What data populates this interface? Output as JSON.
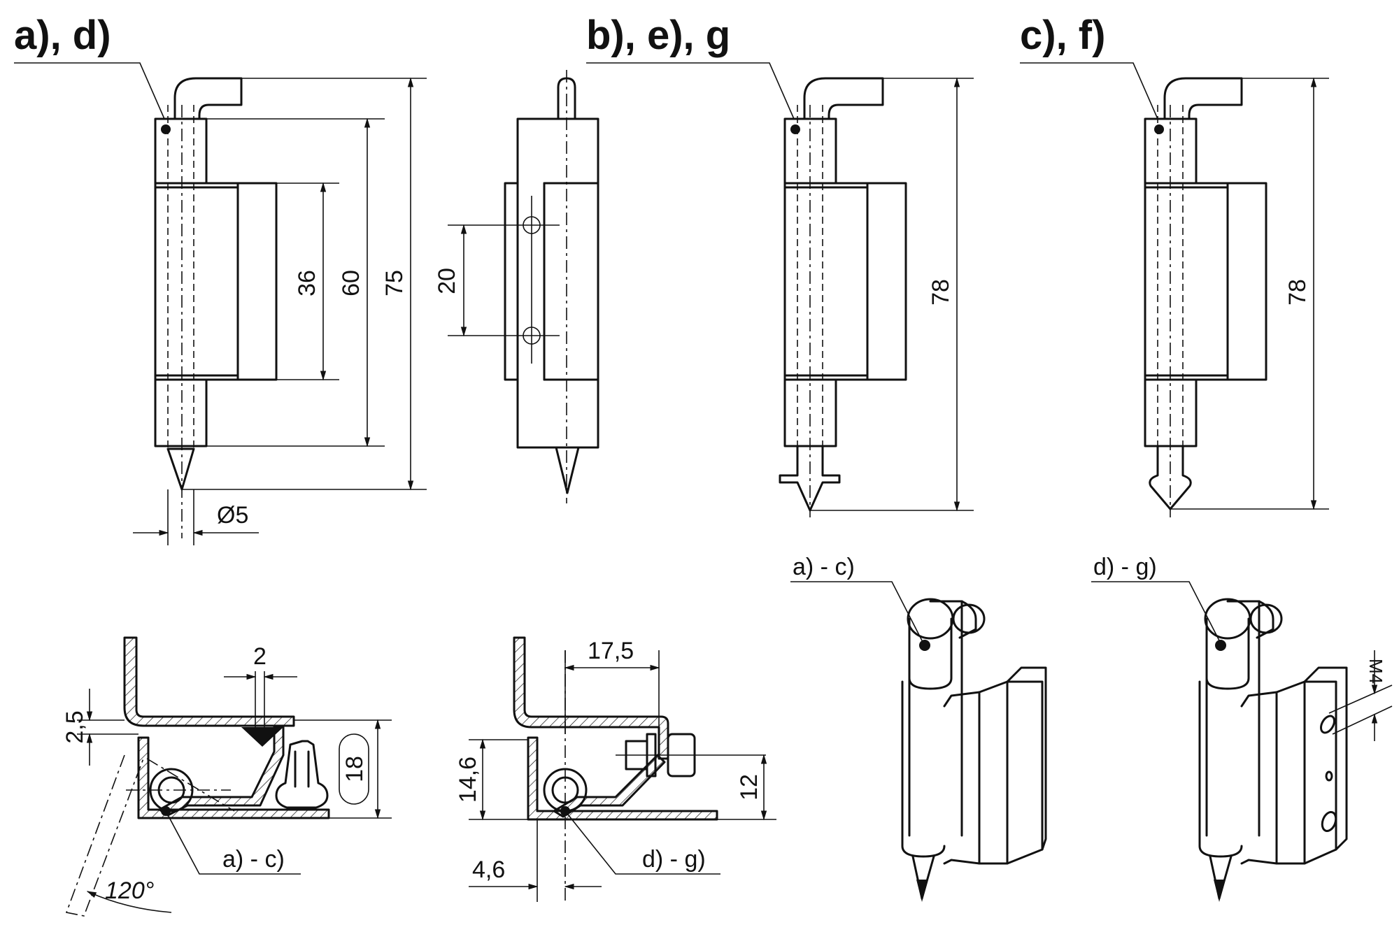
{
  "titles": {
    "view_ad": "a), d)",
    "view_beg": "b), e), g",
    "view_cf": "c), f)"
  },
  "dimensions": {
    "ad_total": "75",
    "ad_body": "60",
    "ad_leaf": "36",
    "ad_pin_dia": "Ø5",
    "side_hole_pitch": "20",
    "beg_total": "78",
    "cf_total": "78",
    "section_gap": "2",
    "section_offset": "2,5",
    "section_height": "18",
    "section_angle": "120°",
    "section2_width": "17,5",
    "section2_height": "14,6",
    "section2_bolt": "12",
    "section2_offset": "4,6",
    "iso_thread": "M4"
  },
  "callouts": {
    "section1_variant": "a) - c)",
    "section2_variant": "d) - g)",
    "iso1_variant": "a) - c)",
    "iso2_variant": "d) - g)"
  }
}
